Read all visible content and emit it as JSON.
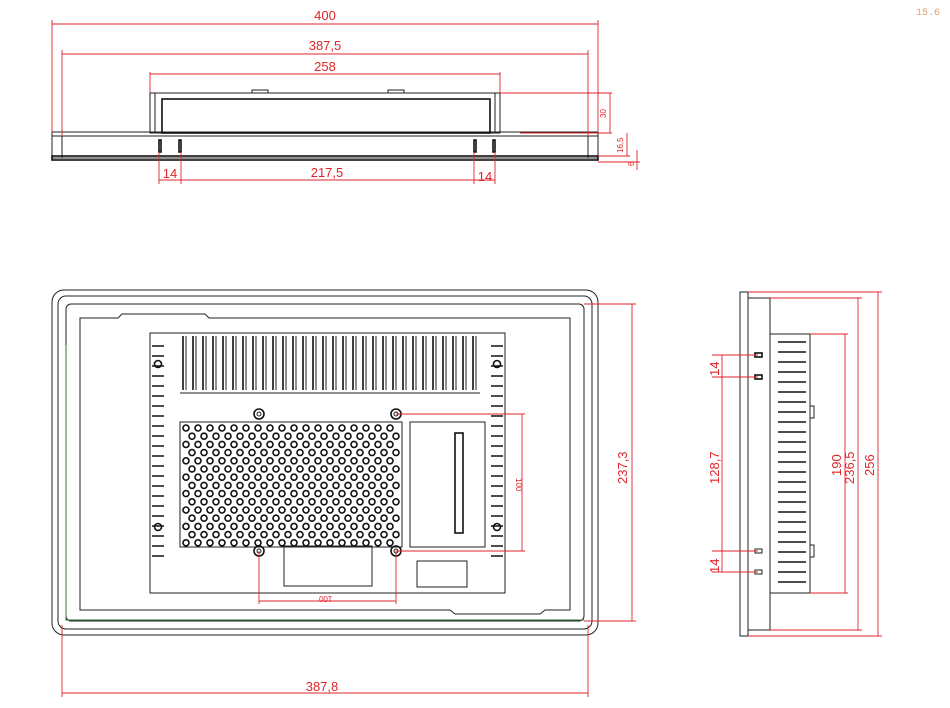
{
  "version": "15.6",
  "top_view": {
    "width_overall": "400",
    "width_inner": "387,5",
    "width_housing": "258",
    "mount_spacing": "217,5",
    "slot_left": "14",
    "slot_right": "14",
    "height_housing": "30",
    "height_bezel": "16,5",
    "height_front": "6"
  },
  "rear_view": {
    "width_bottom": "387,8",
    "height_right": "237,3",
    "vesa_horizontal": "100",
    "vesa_vertical": "100"
  },
  "side_view": {
    "slot_top": "14",
    "slot_bottom": "14",
    "slot_spacing": "128,7",
    "height_housing": "190",
    "height_inner": "236,5",
    "height_overall": "256"
  }
}
